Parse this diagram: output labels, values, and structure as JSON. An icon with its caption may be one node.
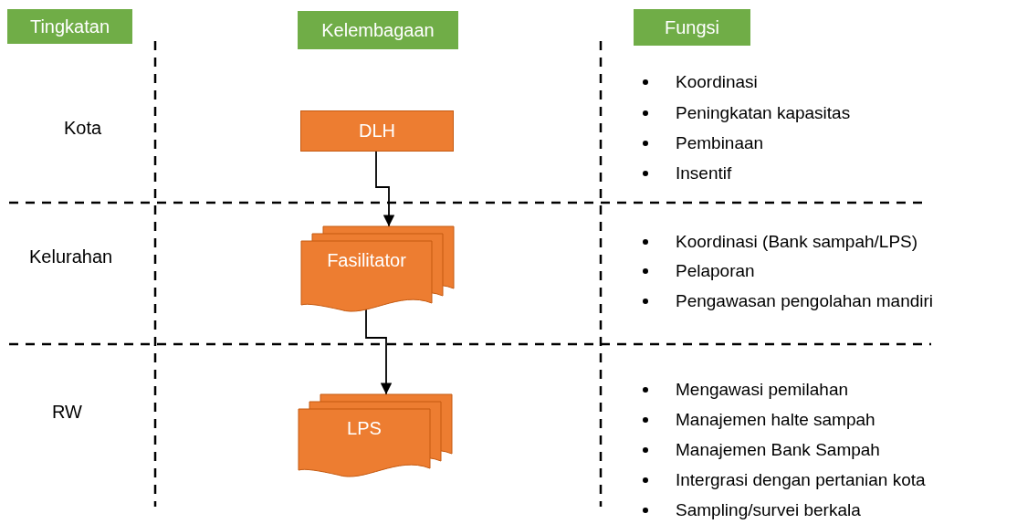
{
  "diagram": {
    "nodes": [
      {
        "text": [
          "Tingkatan"
        ]
      },
      {
        "text": [
          "Kelembagaan"
        ]
      },
      {
        "text": [
          "Fungsi"
        ]
      },
      {
        "text": [
          "DLH"
        ]
      },
      {
        "text": [
          "Fasilitator"
        ]
      },
      {
        "text": [
          "LPS"
        ]
      }
    ],
    "edges": [
      {
        "from": 3,
        "to": 4,
        "arrow": "to"
      },
      {
        "from": 4,
        "to": 5,
        "arrow": "to"
      }
    ],
    "labels": [
      "Kota",
      "Kelurahan",
      "RW",
      "Koordinasi",
      "Peningkatan kapasitas",
      "Pembinaan",
      "Insentif",
      "Koordinasi (Bank sampah/LPS)",
      "Pelaporan",
      "Pengawasan pengolahan mandiri",
      "Mengawasi pemilahan",
      "Manajemen halte sampah",
      "Manajemen Bank Sampah",
      "Intergrasi dengan pertanian kota",
      "Sampling/survei berkala"
    ]
  }
}
